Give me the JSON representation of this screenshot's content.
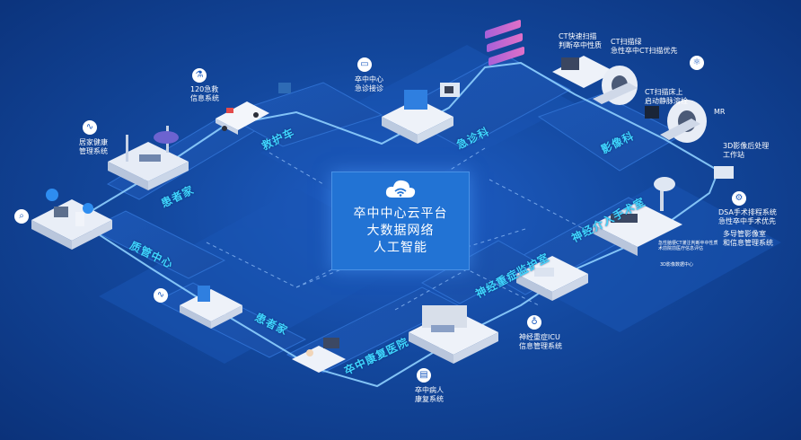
{
  "center": {
    "line1": "卒中中心云平台",
    "line2": "大数据网络",
    "line3": "人工智能"
  },
  "road_labels": {
    "ambulance": "救护车",
    "emergency": "急诊科",
    "imaging": "影像科",
    "patient_home": "患者家",
    "neuro_surgery": "神经介入手术室",
    "mgmt_center": "质管中心",
    "neuro_icu": "神经重症监护室",
    "patient_home2": "患者家",
    "rehab": "卒中康复医院"
  },
  "labels": {
    "ems": "120急救\n信息系统",
    "home_health": "居家健康\n管理系统",
    "triage": "卒中中心\n急诊接诊",
    "ct_fast": "CT快速扫描\n判断卒中性质",
    "ct_scan": "CT扫描绿\n急性卒中CT扫描优先",
    "ct_to": "CT扫描床上\n启动静脉溶栓",
    "mr": "MR",
    "post3d": "3D影像后处理\n工作站",
    "dsa": "DSA手术排程系统\n急性卒中手术优先",
    "multi_mgmt": "多导管影像室\n和信息管理系统",
    "infarct": "急性脑梗CT灌注判断卒中性质\n术前院前医疗信息评估",
    "ai3d": "3D影像数据中心",
    "neuro_icu_sys": "神经重症ICU\n信息管理系统",
    "rehab_sys": "卒中病人\n康复系统"
  },
  "icons": {
    "ems": "flask-icon",
    "home_health": "pulse-icon",
    "triage": "monitor-icon",
    "search": "search-icon",
    "ct": "atom-icon",
    "dsa": "gear-icon",
    "mgmt": "pulse-icon",
    "icu": "iv-drip-icon",
    "rehab": "document-icon",
    "cloud": "cloud-wifi-icon"
  },
  "colors": {
    "background": "#13489e",
    "platform": "#2273d4",
    "road_label": "#3fd6ff",
    "path_line": "#8fd0ff"
  }
}
